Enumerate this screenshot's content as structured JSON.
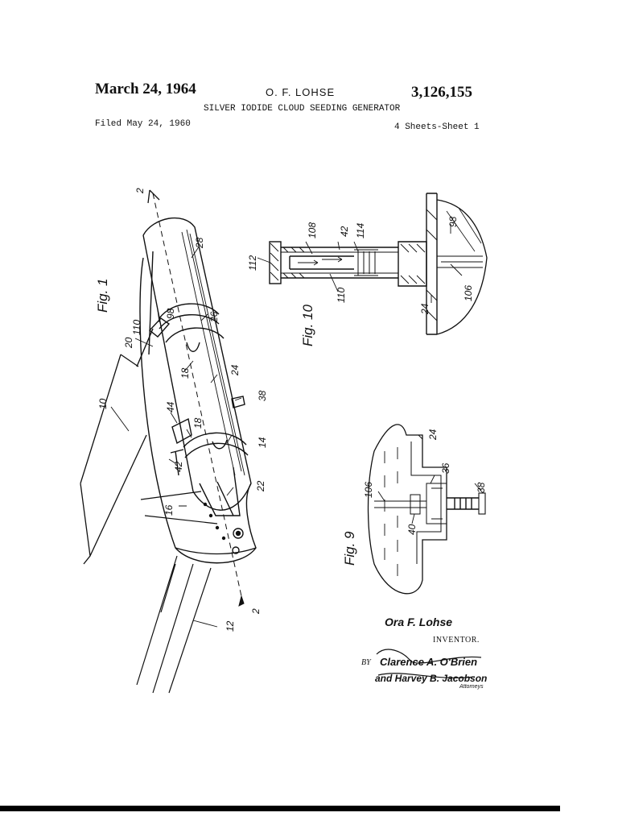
{
  "header": {
    "date": "March 24, 1964",
    "inventor": "O. F. LOHSE",
    "patent_number": "3,126,155",
    "title": "SILVER IODIDE CLOUD SEEDING GENERATOR",
    "filed": "Filed May 24, 1960",
    "sheets": "4 Sheets-Sheet 1"
  },
  "figures": {
    "fig1": {
      "label": "Fig. 1",
      "refs": [
        "2",
        "28",
        "26",
        "98",
        "110",
        "20",
        "18",
        "24",
        "38",
        "10",
        "44",
        "18",
        "14",
        "42",
        "22",
        "16",
        "2",
        "12"
      ]
    },
    "fig10": {
      "label": "Fig. 10",
      "refs": [
        "108",
        "42",
        "114",
        "98",
        "112",
        "110",
        "24",
        "106"
      ]
    },
    "fig9": {
      "label": "Fig. 9",
      "refs": [
        "24",
        "36",
        "106",
        "38",
        "40"
      ]
    }
  },
  "inventor_block": {
    "signature": "Ora F. Lohse",
    "label": "INVENTOR.",
    "by": "BY",
    "attorneys_line1": "Clarence A. O'Brien",
    "attorneys_line2": "and Harvey B. Jacobson",
    "attorneys_label": "Attorneys"
  }
}
